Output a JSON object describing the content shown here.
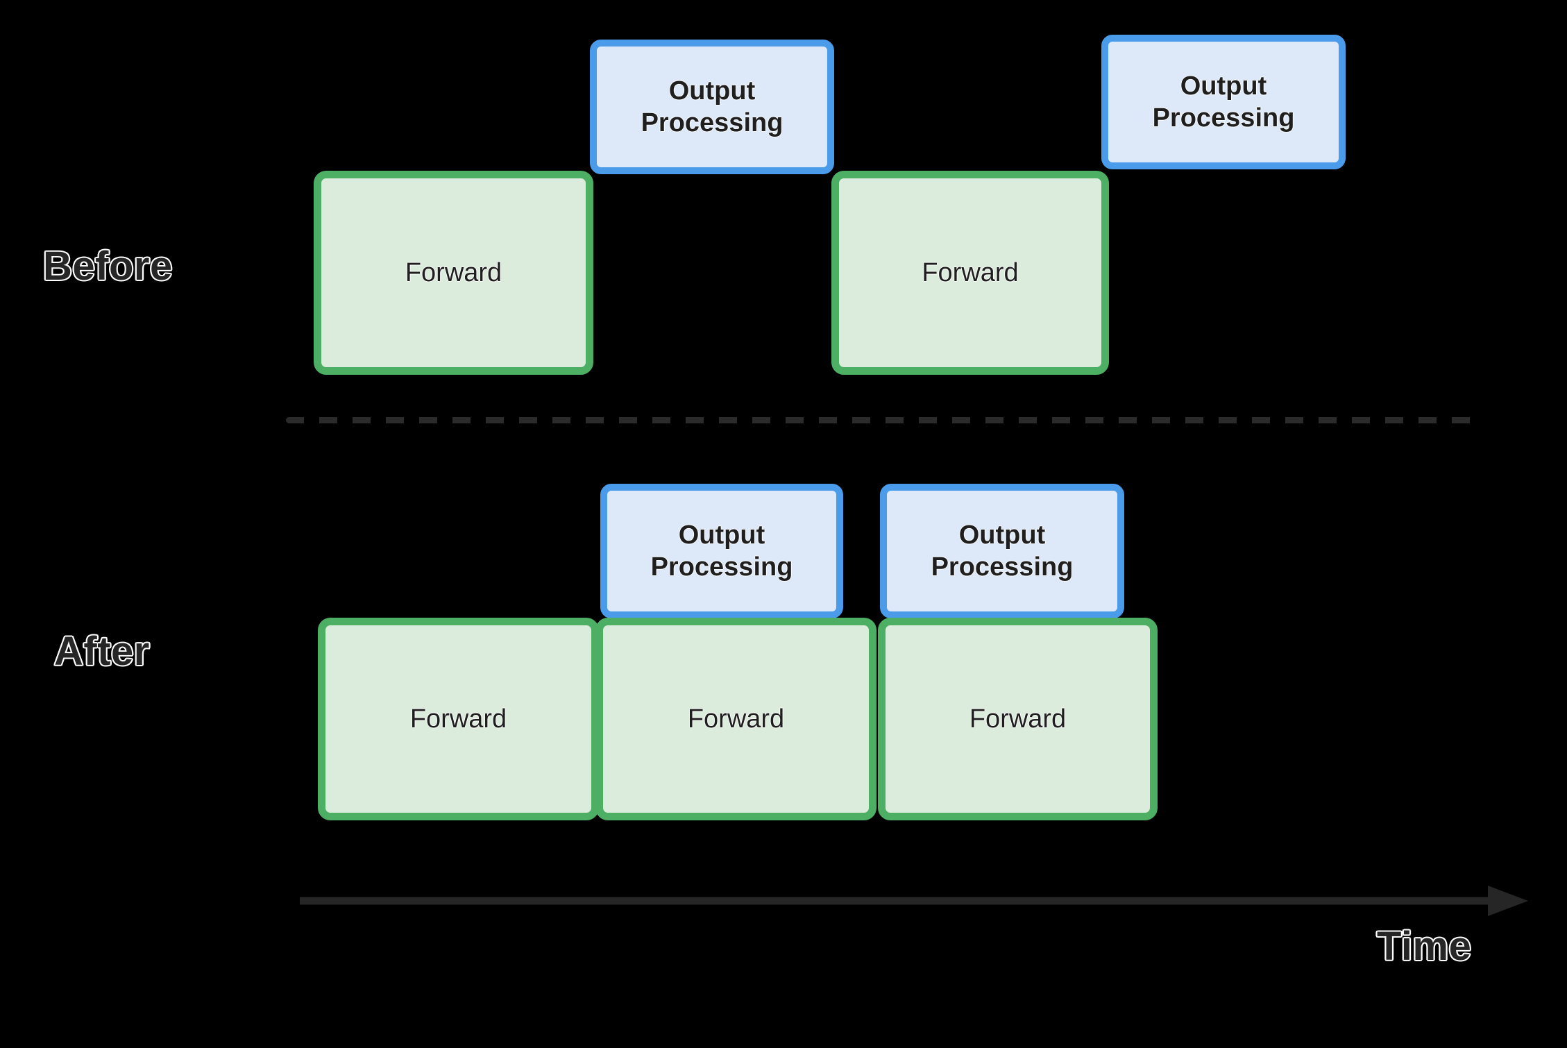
{
  "figure": {
    "background_color": "#000000",
    "rows": [
      {
        "id": "before",
        "label": "Before",
        "blocks": [
          {
            "type": "forward",
            "label": "Forward"
          },
          {
            "type": "output",
            "label": "Output Processing"
          },
          {
            "type": "forward",
            "label": "Forward"
          },
          {
            "type": "output",
            "label": "Output Processing"
          }
        ]
      },
      {
        "id": "after",
        "label": "After",
        "blocks": [
          {
            "type": "forward",
            "label": "Forward"
          },
          {
            "type": "output",
            "label": "Output Processing"
          },
          {
            "type": "forward",
            "label": "Forward"
          },
          {
            "type": "output",
            "label": "Output Processing"
          },
          {
            "type": "forward",
            "label": "Forward"
          }
        ]
      }
    ],
    "axis": {
      "label": "Time",
      "arrow_direction": "right"
    },
    "divider": {
      "style": "dashed",
      "color": "#2b2b2b"
    },
    "colors": {
      "forward_fill": "#dcecdc",
      "forward_border": "#4caf63",
      "output_fill": "#dde9f9",
      "output_border": "#4a9ceb",
      "label_fill": "#262626",
      "label_outline": "#ffffff",
      "axis_color": "#262626"
    },
    "before_row": {
      "forward_1": "Forward",
      "output_1": "Output\nProcessing",
      "output_1_line1": "Output",
      "output_1_line2": "Processing",
      "forward_2": "Forward",
      "output_2_line1": "Output",
      "output_2_line2": "Processing"
    },
    "after_row": {
      "forward_1": "Forward",
      "forward_2": "Forward",
      "forward_3": "Forward",
      "output_1_line1": "Output",
      "output_1_line2": "Processing",
      "output_2_line1": "Output",
      "output_2_line2": "Processing"
    }
  }
}
